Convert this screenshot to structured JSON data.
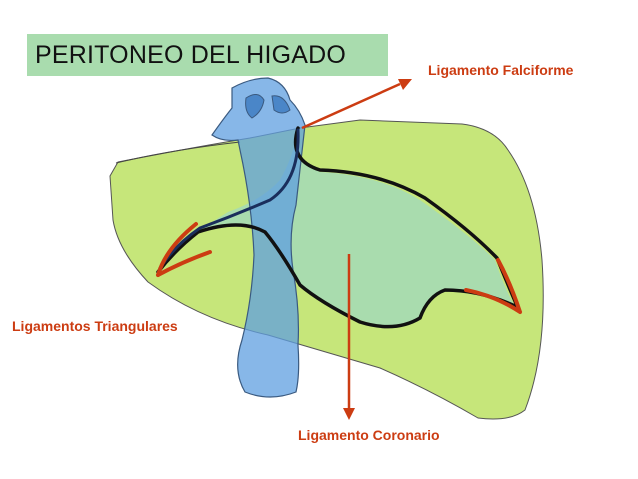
{
  "title": "PERITONEO DEL HIGADO",
  "labels": {
    "falciforme": "Ligamento Falciforme",
    "triangulares": "Ligamentos Triangulares",
    "coronario": "Ligamento Coronario"
  },
  "colors": {
    "liver": "#c6e67a",
    "bare_area": "#a9dcae",
    "vena_cava": "#5f9fe0",
    "ligament": "#cc3c12",
    "title_background": "#a9dcae",
    "outline": "#111111"
  }
}
